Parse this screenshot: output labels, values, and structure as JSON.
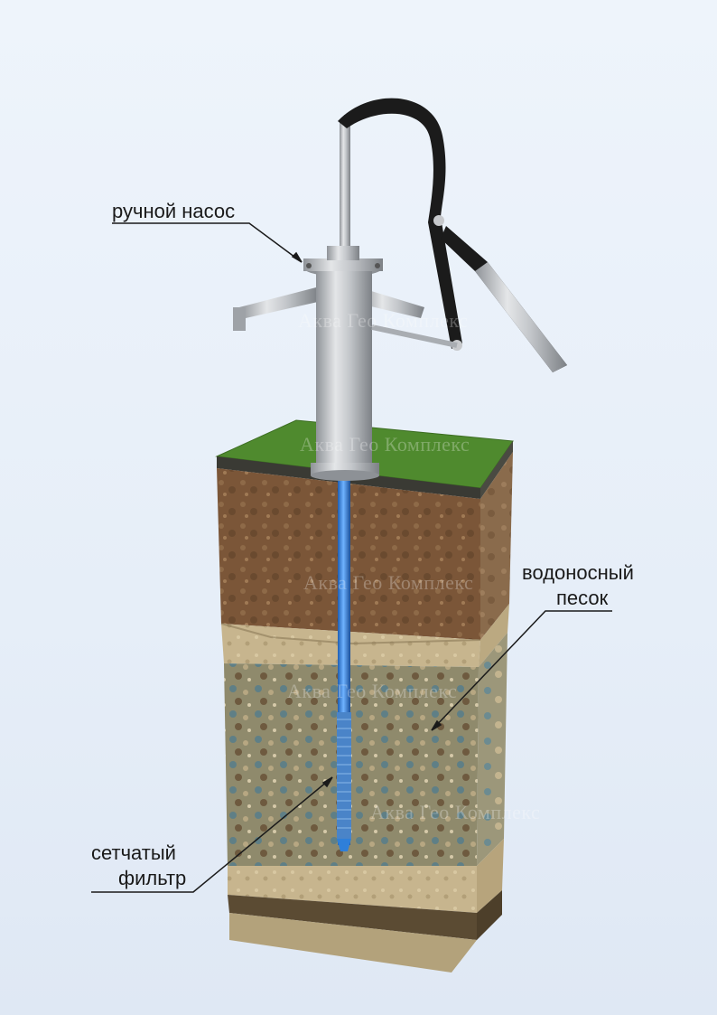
{
  "labels": {
    "hand_pump": "ручной насос",
    "aquifer_sand_line1": "водоносный",
    "aquifer_sand_line2": "песок",
    "mesh_filter_line1": "сетчатый",
    "mesh_filter_line2": "фильтр"
  },
  "watermark": {
    "text": "Аква Гео Комплекс"
  },
  "colors": {
    "background": "#e9f0f9",
    "grass": "#4f8a2e",
    "topsoil": "#7a5a3a",
    "sand": "#c9b891",
    "aquifer": "#8c8a6e",
    "pipe": "#2f7fd9",
    "pump_metal": "#b9bcc0",
    "handle_black": "#1b1b1b"
  }
}
